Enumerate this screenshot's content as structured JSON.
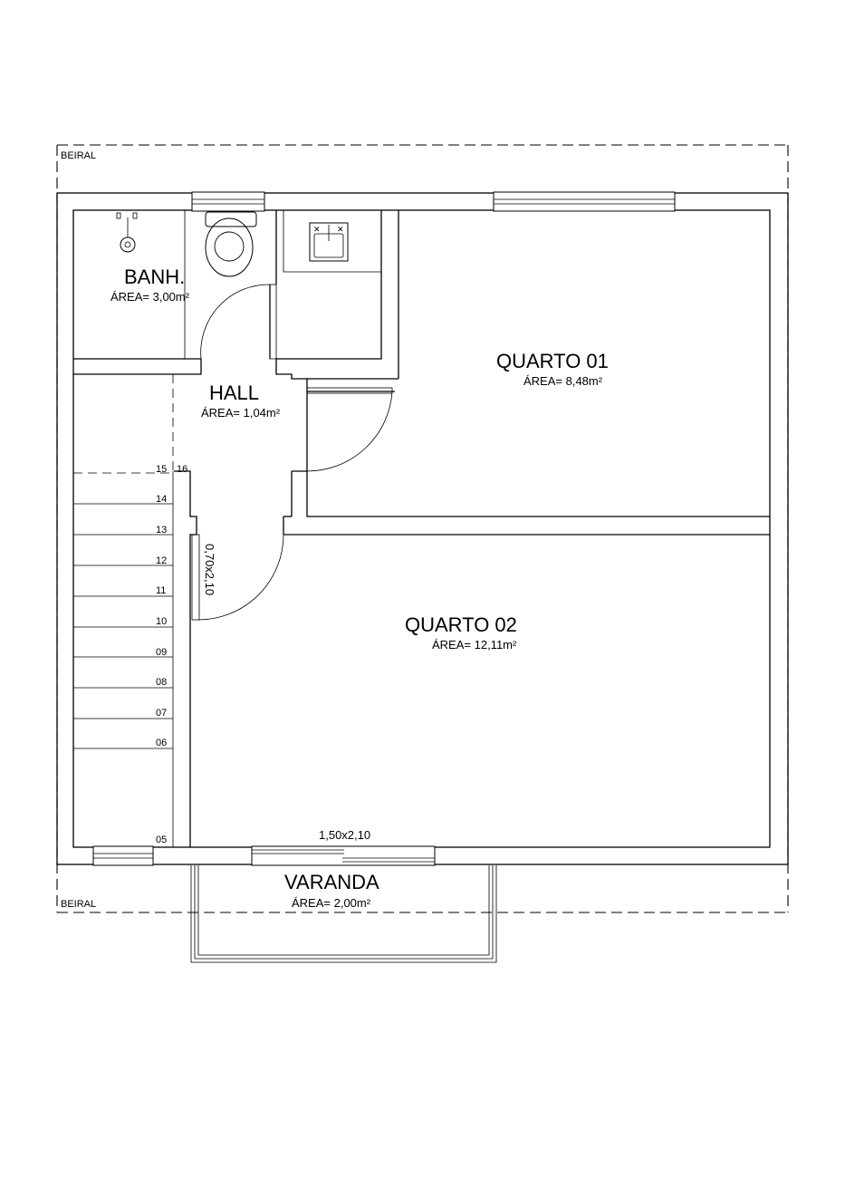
{
  "labels": {
    "beiral_top": "BEIRAL",
    "beiral_bottom": "BEIRAL",
    "banh_name": "BANH.",
    "banh_area": "ÁREA= 3,00m²",
    "hall_name": "HALL",
    "hall_area": "ÁREA= 1,04m²",
    "quarto01_name": "QUARTO 01",
    "quarto01_area": "ÁREA= 8,48m²",
    "quarto02_name": "QUARTO 02",
    "quarto02_area": "ÁREA= 12,11m²",
    "varanda_name": "VARANDA",
    "varanda_area": "ÁREA= 2,00m²",
    "door_spec": "0,70x2,10",
    "window_spec": "1,50x2,10"
  },
  "stairs": {
    "steps": [
      "05",
      "06",
      "07",
      "08",
      "09",
      "10",
      "11",
      "12",
      "13",
      "14",
      "15",
      "16"
    ]
  }
}
